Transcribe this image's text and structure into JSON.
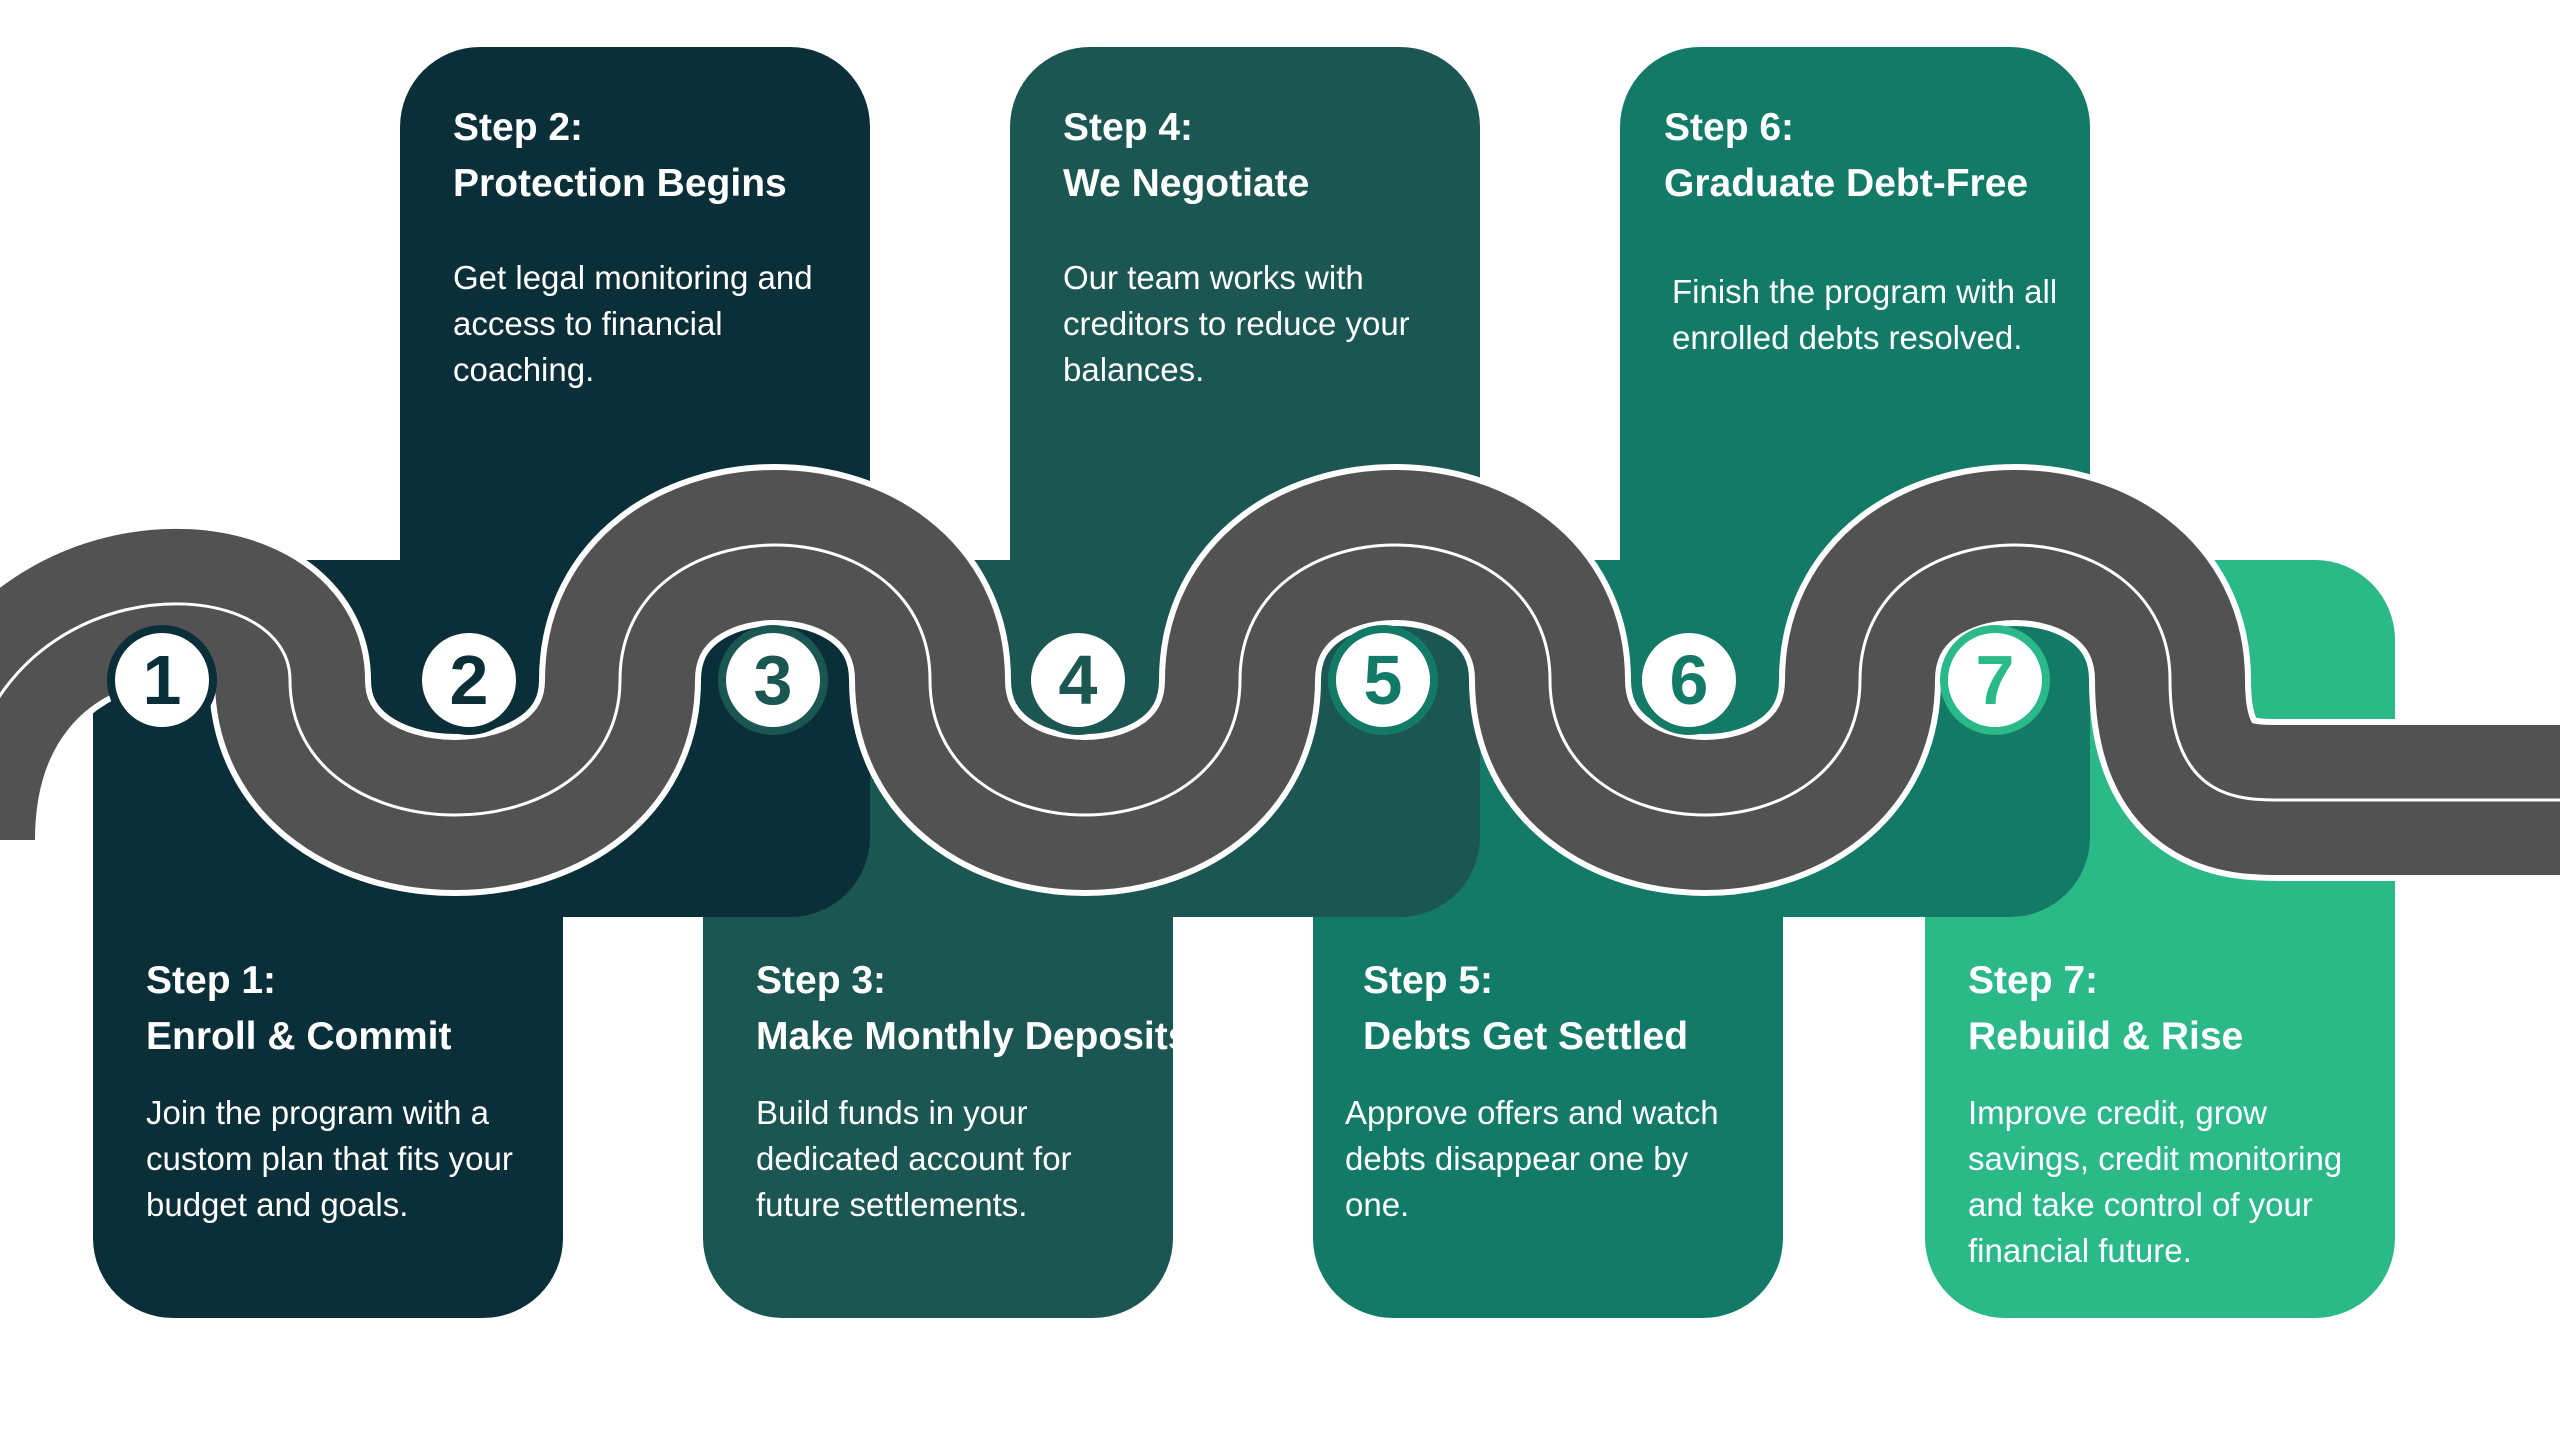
{
  "colors": {
    "c1": "#0b2f39",
    "c2": "#0b2f39",
    "c3": "#1b5652",
    "c4": "#1b5652",
    "c5": "#137a68",
    "c6": "#137a68",
    "c7": "#2ab987",
    "road": "#525252",
    "road_edge": "#ffffff"
  },
  "steps": [
    {
      "number": "1",
      "label": "Step 1:",
      "title": "Enroll & Commit",
      "description": "Join the program with a custom plan that fits your budget and goals."
    },
    {
      "number": "2",
      "label": "Step 2:",
      "title": "Protection Begins",
      "description": "Get legal monitoring and access to financial coaching."
    },
    {
      "number": "3",
      "label": "Step 3:",
      "title": "Make Monthly Deposits",
      "description": "Build funds in your dedicated account for future settlements."
    },
    {
      "number": "4",
      "label": "Step 4:",
      "title": "We Negotiate",
      "description": "Our team works with creditors to reduce your balances."
    },
    {
      "number": "5",
      "label": "Step 5:",
      "title": "Debts Get Settled",
      "description": "Approve offers and watch debts disappear one by one."
    },
    {
      "number": "6",
      "label": "Step 6:",
      "title": "Graduate Debt-Free",
      "description": "Finish the program with all enrolled debts resolved."
    },
    {
      "number": "7",
      "label": "Step 7:",
      "title": "Rebuild & Rise",
      "description": "Improve credit, grow savings, credit monitoring and take control of your financial future."
    }
  ]
}
